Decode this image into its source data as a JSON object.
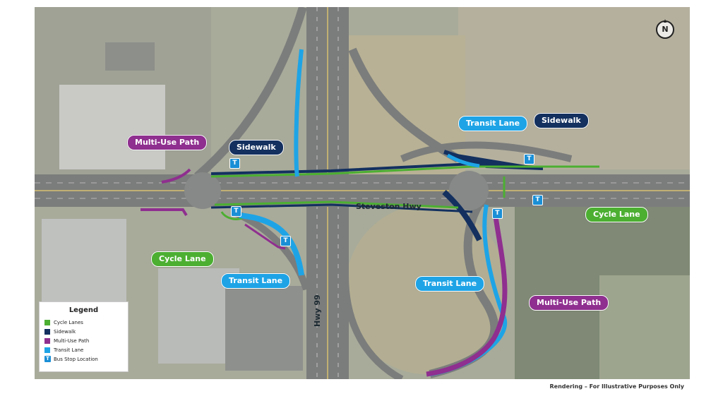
{
  "map": {
    "colors": {
      "cycle": "#4caf32",
      "sidewalk": "#13305f",
      "multi_use": "#8f2f8f",
      "transit": "#1ea4e6",
      "bus_stop": "#1a8fd6",
      "road": "#7b7d7c",
      "terrain": "#a9ad9c"
    },
    "road_labels": {
      "steveston": "Steveston Hwy",
      "hwy99": "Hwy 99"
    },
    "callouts": {
      "multi_use_left": "Multi-Use Path",
      "sidewalk_left": "Sidewalk",
      "transit_top": "Transit Lane",
      "sidewalk_top": "Sidewalk",
      "cycle_right": "Cycle Lane",
      "cycle_left": "Cycle Lane",
      "transit_left": "Transit Lane",
      "transit_right": "Transit Lane",
      "multi_use_right": "Multi-Use Path"
    },
    "bus_stop_glyph": "T",
    "north_label": "N",
    "footnote": "Rendering – For Illustrative Purposes Only",
    "legend": {
      "title": "Legend",
      "items": [
        {
          "label": "Cycle Lanes",
          "color": "#4caf32"
        },
        {
          "label": "Sidewalk",
          "color": "#13305f"
        },
        {
          "label": "Multi-Use Path",
          "color": "#8f2f8f"
        },
        {
          "label": "Transit Lane",
          "color": "#1ea4e6"
        },
        {
          "label": "Bus Stop Location",
          "color": "#1a8fd6"
        }
      ]
    }
  }
}
